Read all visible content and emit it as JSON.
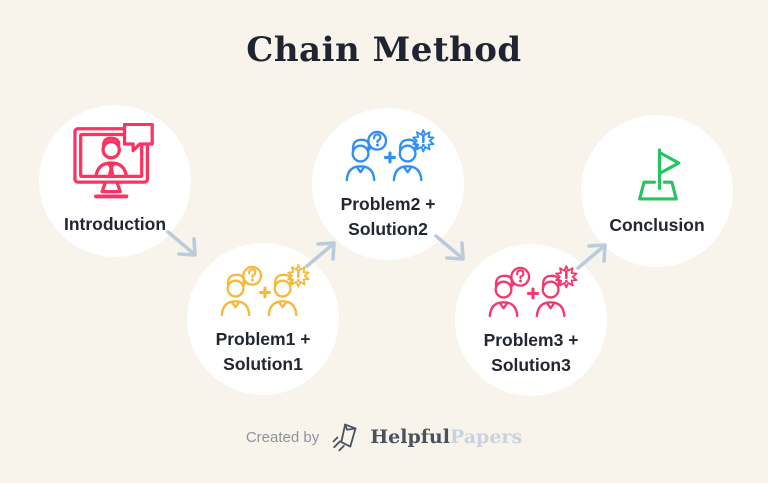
{
  "title": "Chain Method",
  "colors": {
    "background": "#f8f4ec",
    "circle_fill": "#ffffff",
    "label_text": "#212631",
    "title_text": "#1f2430",
    "arrow": "#b9cbdc"
  },
  "nodes": [
    {
      "id": "introduction",
      "label": "Introduction",
      "icon": "presenter-monitor-icon",
      "color": "#fa3360"
    },
    {
      "id": "problem1-solution1",
      "line1": "Problem1 +",
      "line2": "Solution1",
      "icon": "problem-solution-people-icon",
      "color": "#f4ba3b"
    },
    {
      "id": "problem2-solution2",
      "line1": "Problem2 +",
      "line2": "Solution2",
      "icon": "problem-solution-people-icon",
      "color": "#2f8ff3"
    },
    {
      "id": "problem3-solution3",
      "line1": "Problem3 +",
      "line2": "Solution3",
      "icon": "problem-solution-people-icon",
      "color": "#f23a6e"
    },
    {
      "id": "conclusion",
      "label": "Conclusion",
      "icon": "finish-flag-icon",
      "color": "#24c45f"
    }
  ],
  "arrows": {
    "color": "#b9cbdc",
    "style": "diagonal-chain"
  },
  "footer": {
    "created_by": "Created by",
    "brand_first": "Helpful",
    "brand_second": "Papers",
    "logo": "helpfulpapers-logo",
    "logo_color": "#47525d",
    "brand_first_color": "#47525d",
    "brand_second_color": "#c9d3df",
    "created_by_color": "#8d949d"
  }
}
